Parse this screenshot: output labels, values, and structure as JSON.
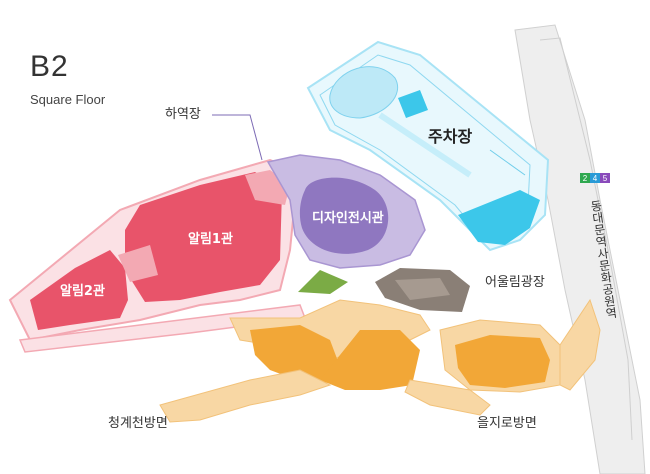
{
  "header": {
    "floor_code": "B2",
    "floor_name": "Square Floor"
  },
  "map": {
    "labels": {
      "hayeokjang": "하역장",
      "parking": "주차장",
      "alim1": "알림1관",
      "alim2": "알림2관",
      "design_hall": "디자인전시관",
      "plaza": "어울림광장",
      "cheonggye": "청계천방면",
      "euljiro": "을지로방면",
      "station": "동대문역사문화공원역"
    },
    "station_lines": [
      "2",
      "4",
      "5"
    ],
    "colors": {
      "alim": "#e8546a",
      "alim_outline": "#f3a9b3",
      "design_hall": "#8f77c0",
      "parking": "#3cc7ea",
      "parking_outline": "#a8e3f5",
      "mall": "#f2a737",
      "mall_light": "#f8d7a4",
      "plaza": "#8a7f76",
      "park": "#7bab45",
      "line2": "#2fa84f",
      "line4": "#2a9bd7",
      "line5": "#8a4bbb"
    }
  }
}
